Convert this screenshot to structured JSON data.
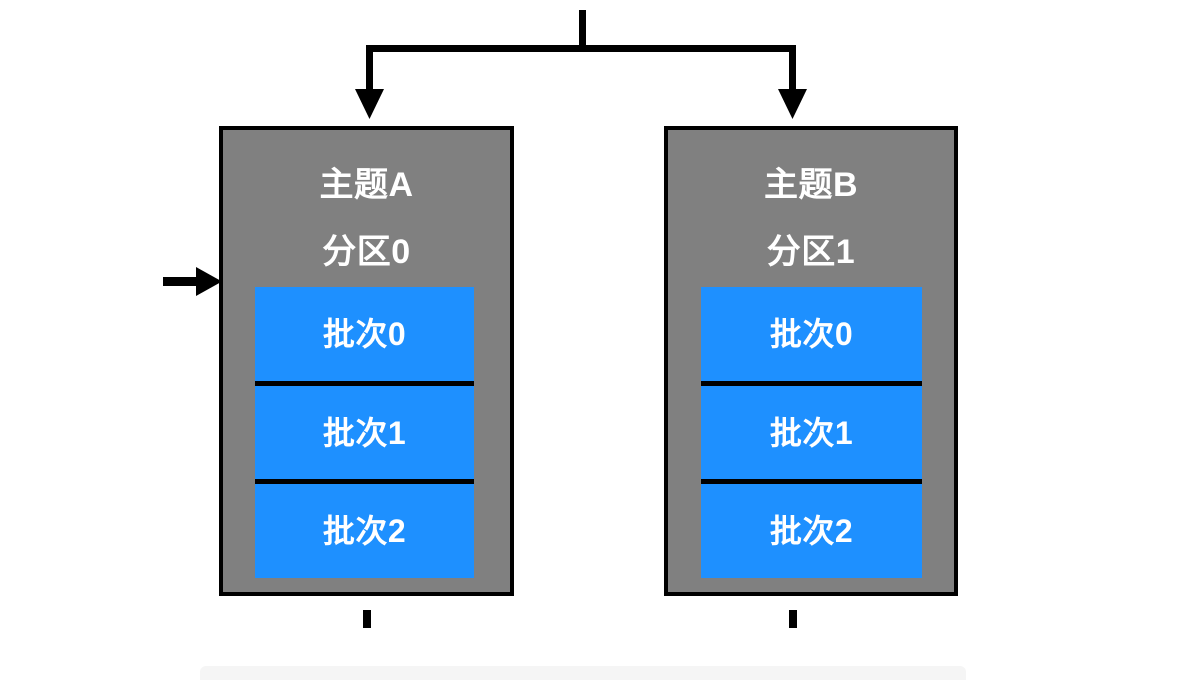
{
  "diagram": {
    "title_semantic": "kafka-producer-topic-partition-batches",
    "colors": {
      "box_fill": "#808080",
      "box_border": "#000000",
      "batch_fill": "#1e90ff",
      "batch_divider": "#000000",
      "text": "#ffffff",
      "connector": "#000000",
      "background": "#ffffff",
      "bottom_panel": "#f5f5f5"
    },
    "topics": [
      {
        "id": "a",
        "title": "主题A",
        "partition": "分区0",
        "batches": [
          "批次0",
          "批次1",
          "批次2"
        ]
      },
      {
        "id": "b",
        "title": "主题B",
        "partition": "分区1",
        "batches": [
          "批次0",
          "批次1",
          "批次2"
        ]
      }
    ],
    "connectors": {
      "split_stub_label": "fan-out-source-stub",
      "branch_left_label": "arrow-to-topic-a",
      "branch_right_label": "arrow-to-topic-b",
      "input_arrow_label": "input-arrow-to-topic-a",
      "output_stub_left_label": "output-stub-topic-a",
      "output_stub_right_label": "output-stub-topic-b"
    }
  }
}
